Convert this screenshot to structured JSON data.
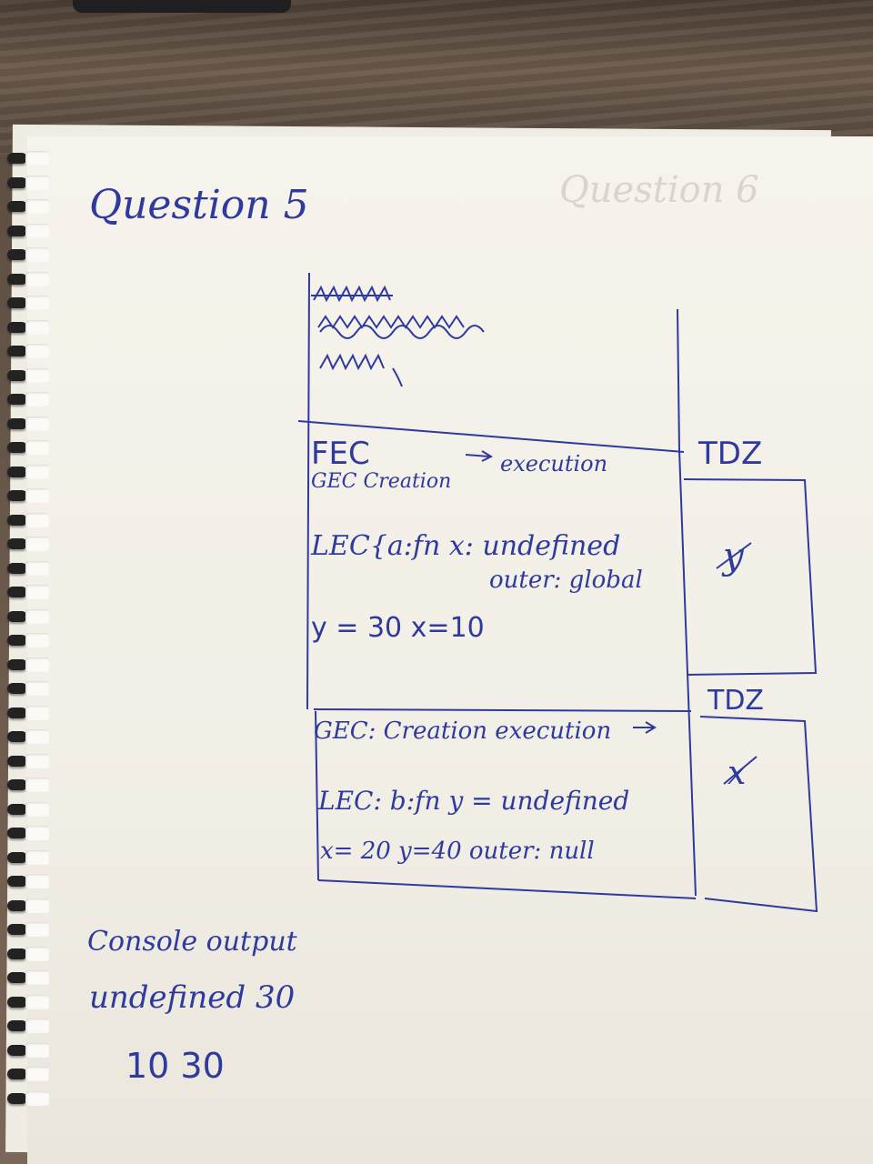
{
  "title": "Question 5",
  "ghost_title": "Question 6",
  "crossed_out": [
    "",
    ""
  ],
  "stack": {
    "fec": "FEC",
    "gec_creation": "GEC Creation",
    "execution": "execution",
    "lec_a_line1": "LEC{a:fn  x: undefined",
    "lec_a_line2": "outer: global",
    "assign_line": "y = 30   x=10",
    "gec_line": "GEC: Creation execution",
    "lec_b_line1": "LEC: b:fn  y = undefined",
    "lec_b_line2": "x= 20  y=40  outer: null"
  },
  "tdz": {
    "label_top": "TDZ",
    "label_bottom": "TDZ",
    "top_var": "y",
    "bottom_var": "x"
  },
  "console": {
    "heading": "Console output",
    "line1": "undefined 30",
    "line2": "10  30"
  },
  "colors": {
    "ink": "#2e3a9e",
    "paper": "#f4f1ea"
  }
}
